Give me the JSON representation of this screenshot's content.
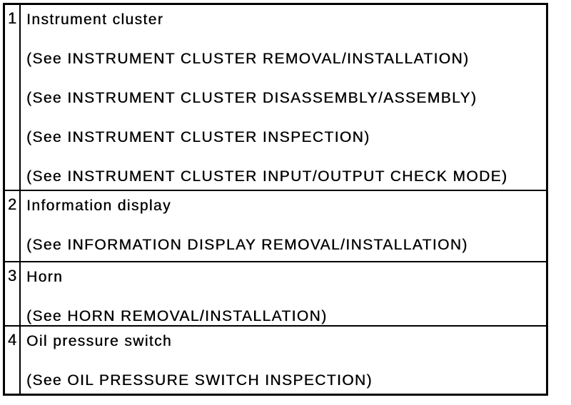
{
  "colors": {
    "border": "#000000",
    "background": "#ffffff",
    "text": "#000000"
  },
  "table": {
    "rows": [
      {
        "num": "1",
        "title": "Instrument cluster",
        "refs": [
          "(See INSTRUMENT CLUSTER REMOVAL/INSTALLATION)",
          "(See INSTRUMENT CLUSTER DISASSEMBLY/ASSEMBLY)",
          "(See INSTRUMENT CLUSTER INSPECTION)",
          "(See INSTRUMENT CLUSTER INPUT/OUTPUT CHECK MODE)"
        ]
      },
      {
        "num": "2",
        "title": "Information display",
        "refs": [
          "(See INFORMATION DISPLAY REMOVAL/INSTALLATION)"
        ]
      },
      {
        "num": "3",
        "title": "Horn",
        "refs": [
          "(See HORN REMOVAL/INSTALLATION)"
        ]
      },
      {
        "num": "4",
        "title": "Oil pressure switch",
        "refs": [
          "(See OIL PRESSURE SWITCH INSPECTION)"
        ]
      }
    ]
  }
}
